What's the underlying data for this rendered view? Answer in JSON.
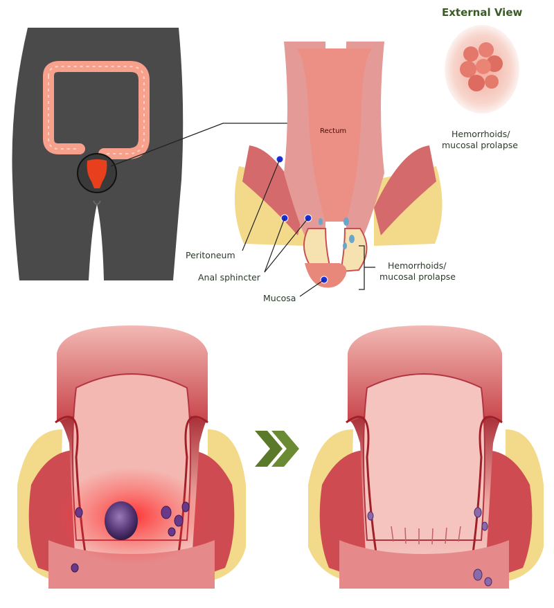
{
  "labels": {
    "external_view": "External View",
    "rectum": "Rectum",
    "ext_hemorrhoids_1": "Hemorrhoids/",
    "ext_hemorrhoids_2": "mucosal prolapse",
    "peritoneum": "Peritoneum",
    "anal_sphincter": "Anal sphincter",
    "mucosa": "Mucosa",
    "hemorrhoids_1": "Hemorrhoids/",
    "hemorrhoids_2": "mucosal prolapse"
  },
  "icons": {
    "transition": "double-chevron-right-icon",
    "marker": "blue-dot-marker"
  },
  "colors": {
    "body_silhouette": "#4a4a4a",
    "colon": "#f7a08c",
    "rectum_highlight": "#e8401c",
    "marker": "#1a2fd9",
    "chevron": "#5a7a2a",
    "heading": "#3a5a26",
    "tissue": "#c9504f",
    "fat": "#f3d98a"
  }
}
